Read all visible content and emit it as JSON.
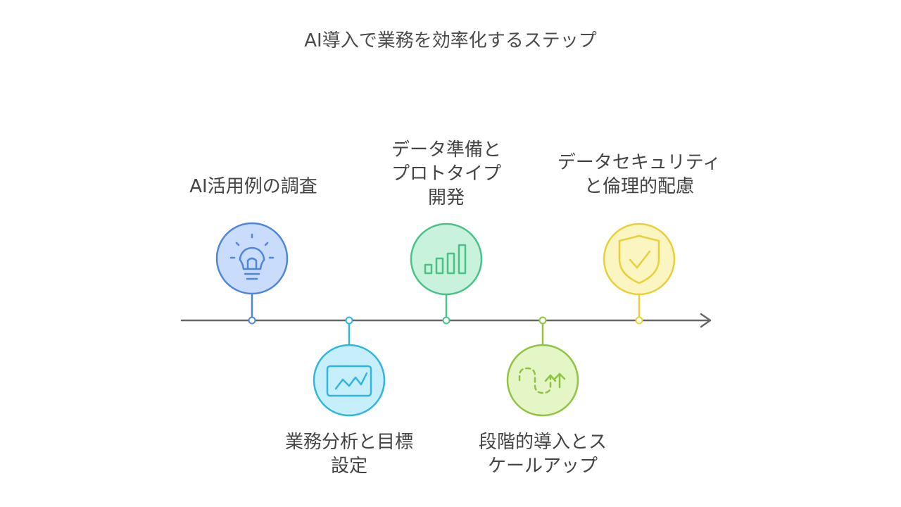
{
  "title": "AI導入で業務を効率化するステップ",
  "colors": {
    "axis": "#666666",
    "blue": "#4f86d9",
    "blue_fill": "#c9dcfb",
    "cyan": "#2eb5e2",
    "cyan_fill": "#c7eefb",
    "green": "#48c286",
    "green_fill": "#c9f2dc",
    "lime": "#8ec43f",
    "lime_fill": "#e4f5c6",
    "yellow": "#e9cf38",
    "yellow_fill": "#fbf5c2"
  },
  "steps": [
    {
      "label": "AI活用例の調査",
      "icon": "lightbulb-icon",
      "position": "above",
      "color": "blue"
    },
    {
      "label": "業務分析と目標\n設定",
      "icon": "line-chart-icon",
      "position": "below",
      "color": "cyan"
    },
    {
      "label": "データ準備と\nプロトタイプ\n開発",
      "icon": "bar-chart-icon",
      "position": "above",
      "color": "green"
    },
    {
      "label": "段階的導入とス\nケールアップ",
      "icon": "path-arrow-icon",
      "position": "below",
      "color": "lime"
    },
    {
      "label": "データセキュリティ\nと倫理的配慮",
      "icon": "shield-check-icon",
      "position": "above",
      "color": "yellow"
    }
  ]
}
